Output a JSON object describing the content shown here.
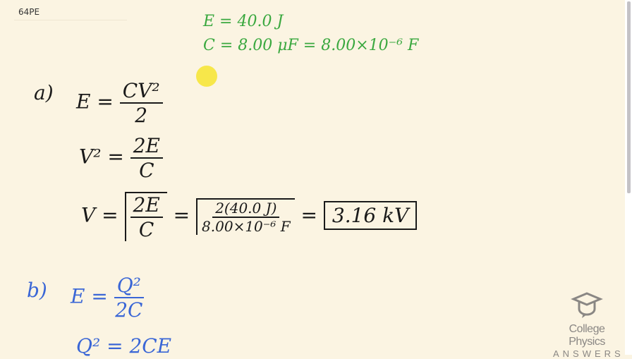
{
  "header": {
    "label": "64PE"
  },
  "given": {
    "energy": "E = 40.0 J",
    "capacitance": "C = 8.00 μF  =  8.00×10⁻⁶ F"
  },
  "part_a": {
    "marker": "a)",
    "eq1_lhs": "E =",
    "eq1_num": "CV²",
    "eq1_den": "2",
    "eq2_lhs": "V² =",
    "eq2_num": "2E",
    "eq2_den": "C",
    "eq3_lhs": "V =",
    "eq3_num": "2E",
    "eq3_den": "C",
    "eq3_eq": "=",
    "eq3_num2": "2(40.0 J)",
    "eq3_den2": "8.00×10⁻⁶ F",
    "eq3_eq2": "=",
    "answer": "3.16 kV"
  },
  "part_b": {
    "marker": "b)",
    "eq1_lhs": "E =",
    "eq1_num": "Q²",
    "eq1_den": "2C",
    "eq2": "Q² = 2CE"
  },
  "logo": {
    "line1": "College Physics",
    "line2": "ANSWERS"
  }
}
